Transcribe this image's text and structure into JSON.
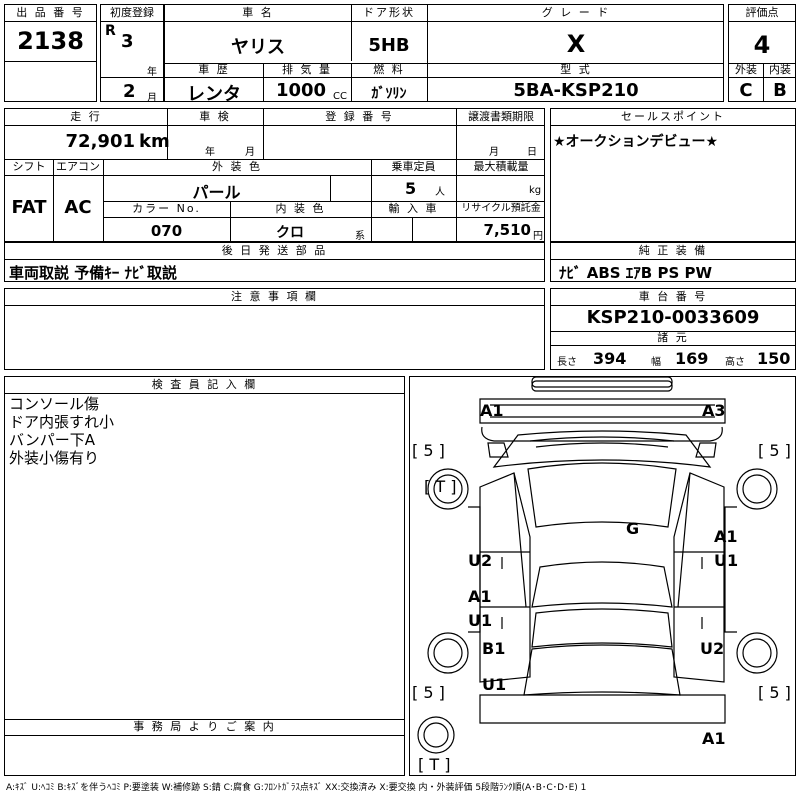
{
  "header": {
    "lot_label": "出 品 番 号",
    "lot": "2138",
    "first_reg_label": "初度登録",
    "era": "R",
    "year": "3",
    "year_unit": "年",
    "month": "2",
    "month_unit": "月",
    "car_name_label": "車 名",
    "car_name": "ヤリス",
    "door_label": "ドア形状",
    "door": "5HB",
    "grade_label": "グ レ ー ド",
    "grade": "X",
    "score_label": "評価点",
    "score": "4",
    "history_label": "車 歴",
    "history": "レンタ",
    "displacement_label": "排 気 量",
    "displacement": "1000",
    "displacement_unit": "CC",
    "fuel_label": "燃 料",
    "fuel": "ｶﾞｿﾘﾝ",
    "model_label": "型 式",
    "model": "5BA-KSP210",
    "exterior_label": "外装",
    "interior_label": "内装",
    "exterior": "C",
    "interior": "B"
  },
  "specs": {
    "mileage_label": "走 行",
    "mileage": "72,901",
    "mileage_unit": "km",
    "inspection_label": "車 検",
    "insp_year": "年",
    "insp_month": "月",
    "reg_no_label": "登 録 番 号",
    "transfer_label": "譲渡書類期限",
    "transfer_month": "月",
    "transfer_day": "日",
    "shift_label": "シフト",
    "shift": "FAT",
    "ac_label": "エアコン",
    "ac": "AC",
    "ext_color_label": "外 装 色",
    "ext_color": "パール",
    "capacity_label": "乗車定員",
    "capacity": "5",
    "capacity_unit": "人",
    "load_label": "最大積載量",
    "load_unit": "kg",
    "color_no_label": "カラー No.",
    "color_no": "070",
    "int_color_label": "内 装 色",
    "int_color": "クロ",
    "int_color_unit": "系",
    "import_label": "輸 入 車",
    "recycle_label": "リサイクル預託金",
    "recycle": "7,510",
    "recycle_unit": "円"
  },
  "sales_point": {
    "label": "セールスポイント",
    "text": "★オークションデビュー★"
  },
  "later_parts": {
    "label": "後 日 発 送 部 品",
    "text": "車両取説 予備ｷｰ ﾅﾋﾞ取説"
  },
  "equipment": {
    "label": "純 正 装 備",
    "text": "ﾅﾋﾞ ABS ｴｱB PS PW"
  },
  "notes": {
    "label": "注 意 事 項 欄"
  },
  "chassis": {
    "label": "車 台 番 号",
    "value": "KSP210-0033609",
    "dims_label": "諸 元",
    "length_label": "長さ",
    "length": "394",
    "width_label": "幅",
    "width": "169",
    "height_label": "高さ",
    "height": "150"
  },
  "inspector": {
    "label": "検 査 員 記 入 欄",
    "lines": [
      "コンソール傷",
      "ドア内張すれ小",
      "バンパー下A",
      "外装小傷有り"
    ]
  },
  "office": {
    "label": "事 務 局 よ り ご 案 内"
  },
  "diagram": {
    "marks": {
      "a1_tl": "A1",
      "a3_tr": "A3",
      "g": "G",
      "a1_r": "A1",
      "u1_r": "U1",
      "u2_l": "U2",
      "a1_l": "A1",
      "u1_l": "U1",
      "b1_l": "B1",
      "u2_r": "U2",
      "u1_bl": "U1",
      "a1_b": "A1"
    },
    "tires": {
      "tl": "[ 5 ]",
      "tr": "[ 5 ]",
      "bl": "[ 5 ]",
      "br": "[ 5 ]",
      "spare_top": "[ T ]",
      "spare_bottom": "[ T ]"
    }
  },
  "legend": "A:ｷｽﾞ U:ﾍｺﾐ B:ｷｽﾞを伴うﾍｺﾐ P:要塗装 W:補修跡 S:錆 C:腐食 G:ﾌﾛﾝﾄｶﾞﾗｽ点ｷｽﾞ XX:交換済み X:要交換 内・外装評価 5段階ﾗﾝｸ順(A･B･C･D･E) 1"
}
